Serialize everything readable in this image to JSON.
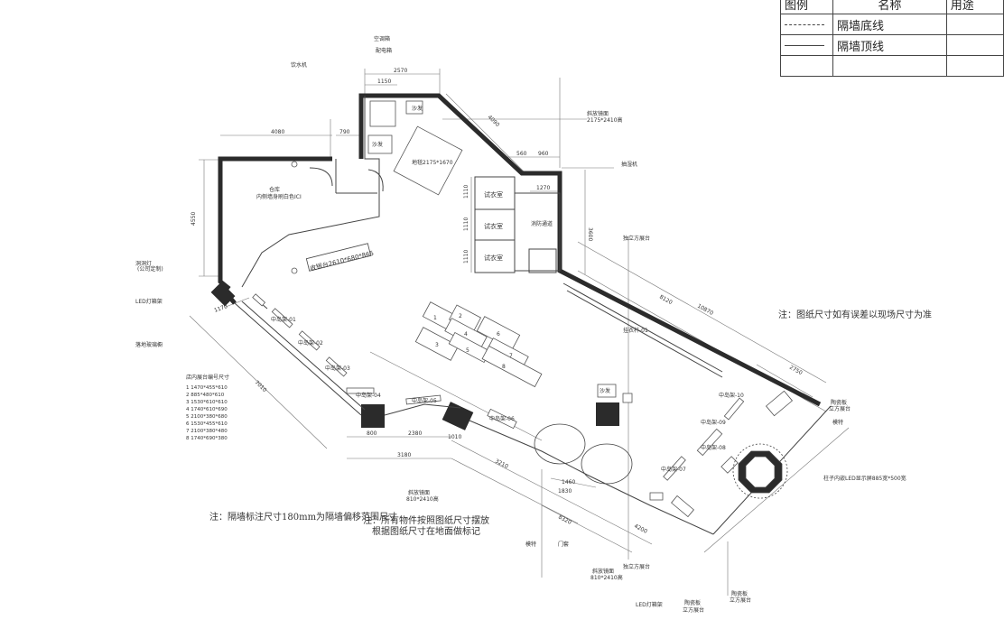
{
  "legend": {
    "headers": [
      "图例",
      "名称",
      "用途"
    ],
    "rows": [
      {
        "line": "dashed",
        "name": "隔墙底线",
        "use": ""
      },
      {
        "line": "solid",
        "name": "隔墙顶线",
        "use": ""
      },
      {
        "line": "",
        "name": "",
        "use": ""
      }
    ]
  },
  "notes": {
    "tolerance": "注：图纸尺寸如有误差以现场尺寸为准",
    "wall_offset": "注：隔墙标注尺寸180mm为隔墙偏移范围尺寸",
    "layout_line1": "注：所有物件按照图纸尺寸摆放",
    "layout_line2": "根据图纸尺寸在地面做标记"
  },
  "rooms": {
    "fitting1": "试衣室",
    "fitting2": "试衣室",
    "fitting3": "试衣室",
    "fire_passage": "消防通道",
    "warehouse_line1": "仓库",
    "warehouse_line2": "内侧墙身刷白色ICI",
    "cashier": "收银台2610*680*865",
    "floor_area": "地毯2175*1670",
    "sofa1": "沙发",
    "sofa2": "沙发",
    "sofa3": "沙发"
  },
  "labels": {
    "water_dispenser": "饮水机",
    "switch_box1": "空调箱",
    "switch_box2": "配电箱",
    "tilt_mirror": "斜放镜面",
    "tilt_mirror_size": "2175*2410高",
    "dehumidifier": "抽湿机",
    "display_box": "独立方展台",
    "recessed_light": "洞洞灯",
    "recessed_light_note": "(公司定制)",
    "led_lightbox": "LED灯箱架",
    "glass_window": "落地玻璃橱",
    "table_sizes_title": "店内展台编号尺寸",
    "tilt_mirror2": "斜放镜面",
    "tilt_mirror2_size": "810*2410高",
    "model": "模特",
    "door": "门套",
    "tilt_mirror3": "斜放镜面",
    "tilt_mirror3_size": "810*2410高",
    "indep_box": "独立方展台",
    "led_lightbox2": "LED灯箱架",
    "side_cabinet1": "陶瓷板",
    "side_cabinet1b": "立方展台",
    "side_cabinet2": "陶瓷板",
    "side_cabinet2b": "立方展台",
    "column_led": "柱子内嵌LED显示屏885宽*500宽",
    "model2": "模特",
    "side_cabinet3": "陶瓷板",
    "side_cabinet3b": "立方展台"
  },
  "table_sizes": [
    "1   1470*455*610",
    "2   885*480*610",
    "3   1530*610*610",
    "4   1740*610*690",
    "5   2100*380*680",
    "6   1530*455*610",
    "7   2100*380*480",
    "8   1740*690*380"
  ],
  "racks": [
    "中岛架-01",
    "中岛架-02",
    "中岛架-03",
    "中岛架-04",
    "中岛架-05",
    "中岛架-06",
    "中岛架-07",
    "中岛架-08",
    "中岛架-09",
    "中岛架-10",
    "挂衣杆-01"
  ],
  "tables": [
    "1",
    "2",
    "3",
    "4",
    "5",
    "6",
    "7",
    "8"
  ],
  "dimensions": {
    "d2570": "2570",
    "d1150": "1150",
    "d4080": "4080",
    "d790": "790",
    "d4550": "4550",
    "d4090": "4090",
    "d560": "560",
    "d960": "960",
    "d1270": "1270",
    "d1110a": "1110",
    "d1110b": "1110",
    "d1110c": "1110",
    "d3600": "3600",
    "d8120": "8120",
    "d10870": "10870",
    "d2750": "2750",
    "d1170": "1170",
    "d7010": "7010",
    "d800": "800",
    "d2380": "2380",
    "d3180": "3180",
    "d1010": "1010",
    "d3210": "3210",
    "d8320": "8320",
    "d4200": "4200",
    "d1460": "1460",
    "d1830": "1830"
  }
}
